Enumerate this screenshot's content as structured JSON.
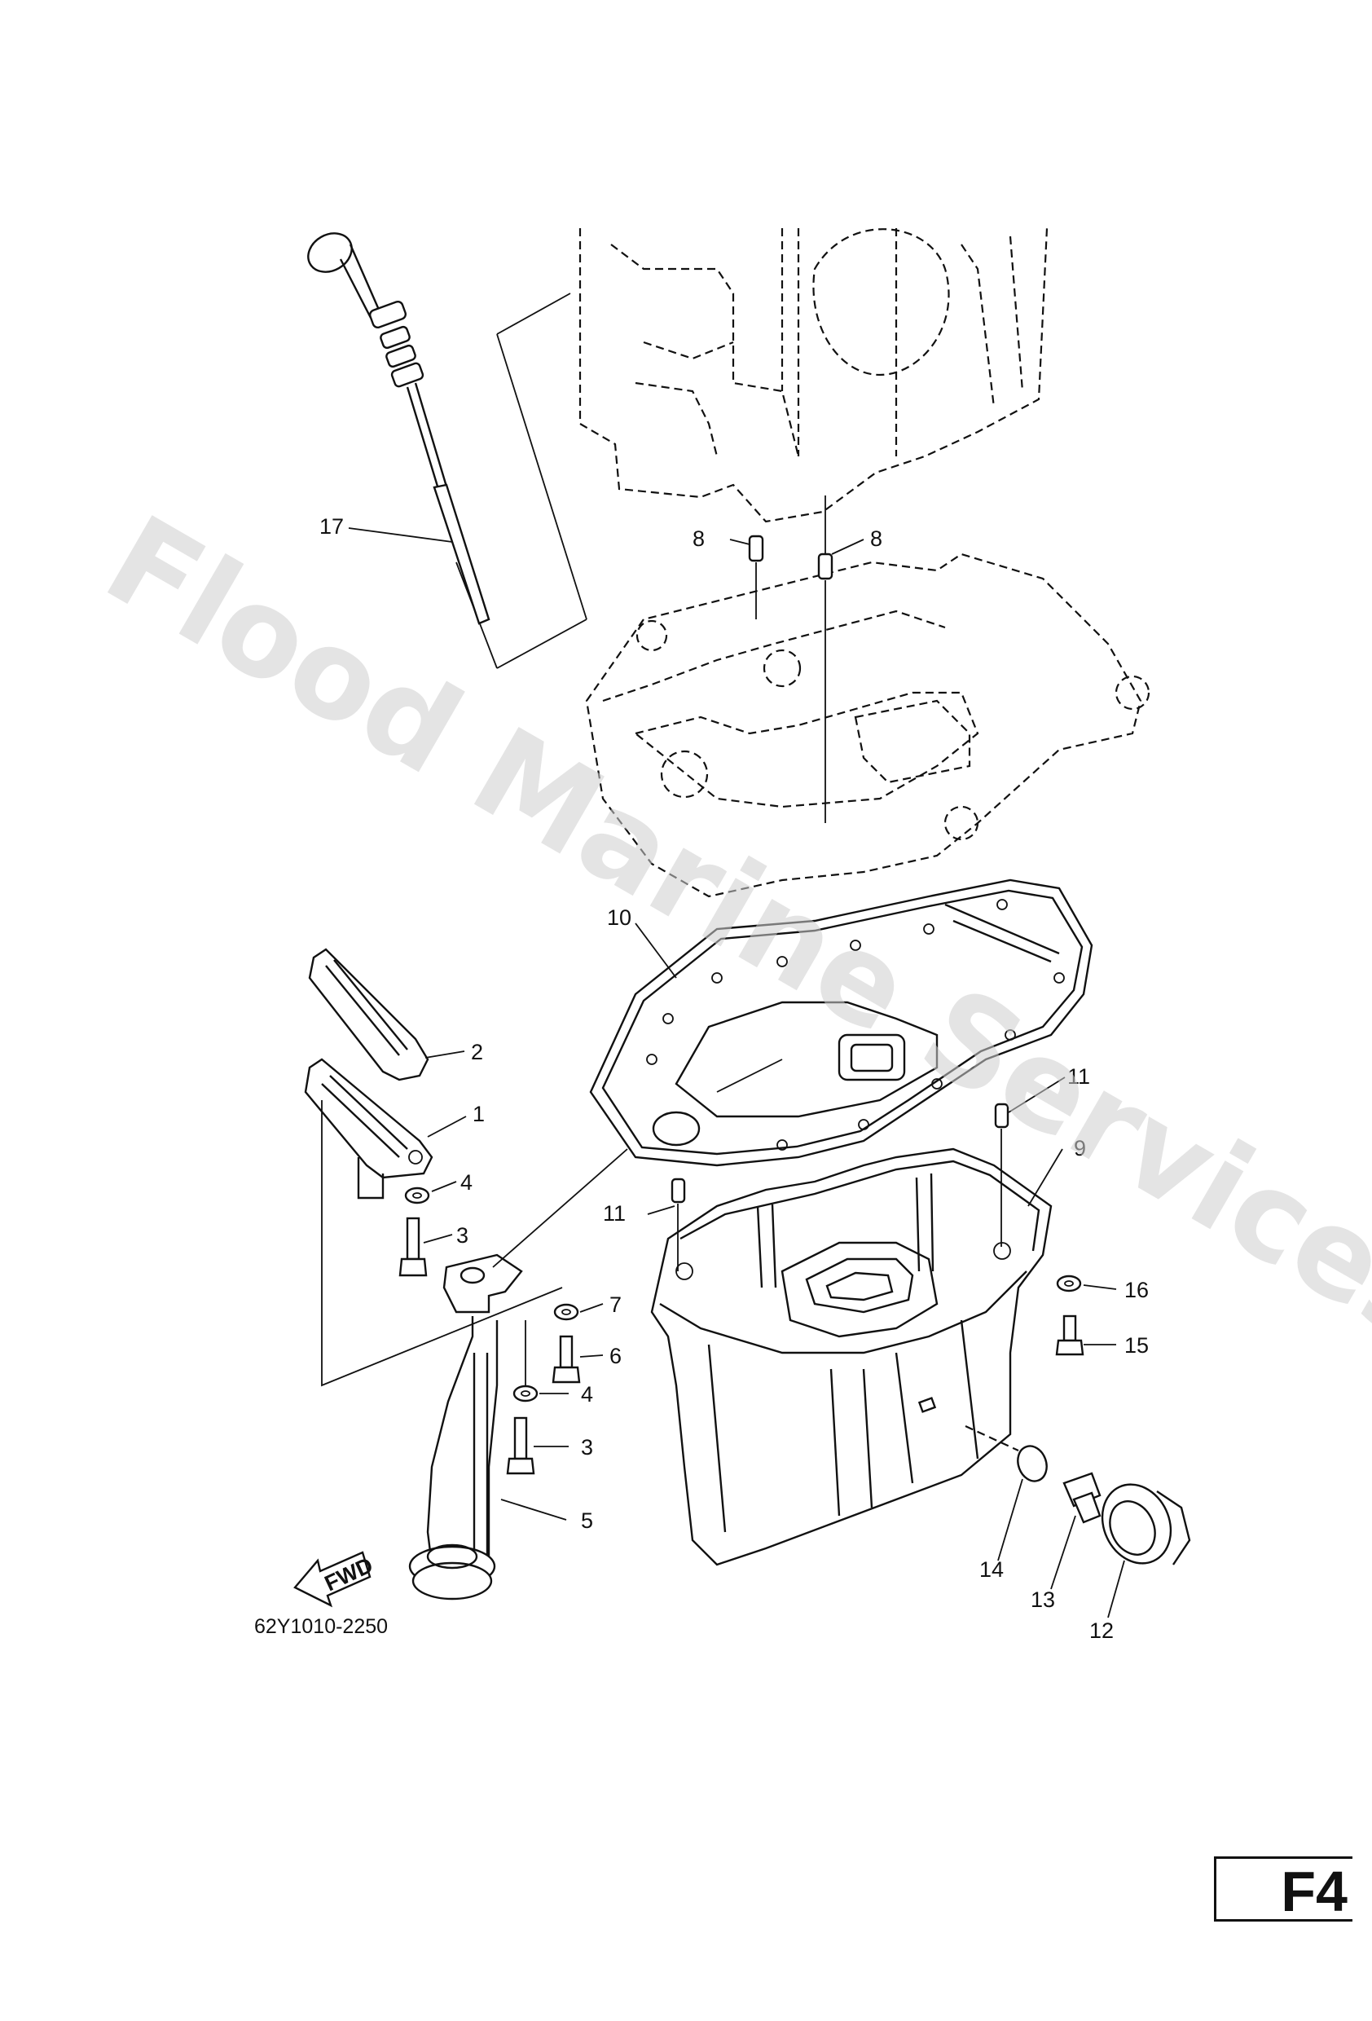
{
  "watermark": "Flood Marine Services",
  "diagram_code": "62Y1010-2250",
  "page_tag": "F4",
  "fwd_arrow": "FWD",
  "callouts": [
    {
      "id": "17",
      "text": "17"
    },
    {
      "id": "8a",
      "text": "8"
    },
    {
      "id": "8b",
      "text": "8"
    },
    {
      "id": "10",
      "text": "10"
    },
    {
      "id": "2",
      "text": "2"
    },
    {
      "id": "1",
      "text": "1"
    },
    {
      "id": "4a",
      "text": "4"
    },
    {
      "id": "3a",
      "text": "3"
    },
    {
      "id": "11a",
      "text": "11"
    },
    {
      "id": "11b",
      "text": "11"
    },
    {
      "id": "9",
      "text": "9"
    },
    {
      "id": "7",
      "text": "7"
    },
    {
      "id": "6",
      "text": "6"
    },
    {
      "id": "4b",
      "text": "4"
    },
    {
      "id": "3b",
      "text": "3"
    },
    {
      "id": "5",
      "text": "5"
    },
    {
      "id": "16",
      "text": "16"
    },
    {
      "id": "15",
      "text": "15"
    },
    {
      "id": "14",
      "text": "14"
    },
    {
      "id": "13",
      "text": "13"
    },
    {
      "id": "12",
      "text": "12"
    }
  ]
}
